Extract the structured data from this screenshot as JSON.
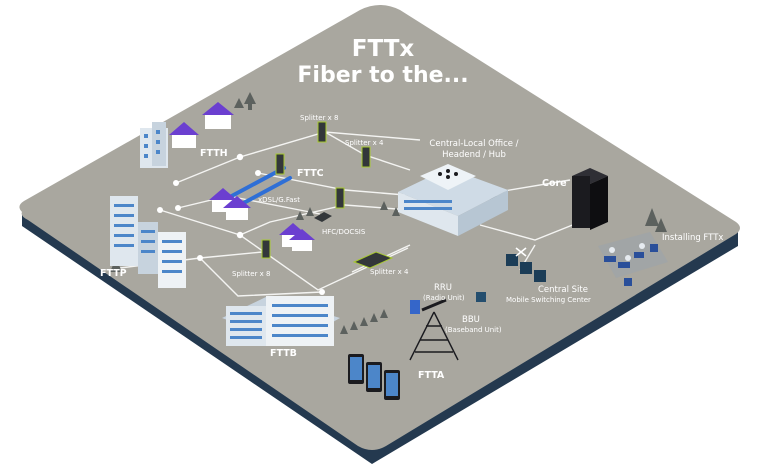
{
  "title": {
    "line1": "FTTx",
    "line2": "Fiber to the..."
  },
  "labels": {
    "ftth": "FTTH",
    "fttc": "FTTC",
    "fttp": "FTTP",
    "fttb": "FTTB",
    "ftta": "FTTA",
    "core": "Core",
    "central_office_line1": "Central-Local Office /",
    "central_office_line2": "Headend / Hub",
    "splitter_top": "Splitter x 8",
    "splitter_mid": "Splitter x 4",
    "splitter_left": "Splitter x 8",
    "splitter_bottom": "Splitter x 4",
    "xdsl": "xDSL/G.Fast",
    "hfc": "HFC/DOCSIS",
    "rru_line1": "RRU",
    "rru_line2": "(Radio Unit)",
    "bbu_line1": "BBU",
    "bbu_line2": "(Baseband Unit)",
    "central_site_line1": "Central Site",
    "central_site_line2": "Mobile Switching Center",
    "installing": "Installing FTTx"
  },
  "colors": {
    "platform_top": "#a9a79f",
    "platform_side": "#24394f",
    "fiber_line": "#f4f4f2",
    "fttc_beam": "#2f6fd6",
    "house_roof": "#6b3fd0",
    "building": "#dfe7ee",
    "rack": "#1b1b1f"
  }
}
